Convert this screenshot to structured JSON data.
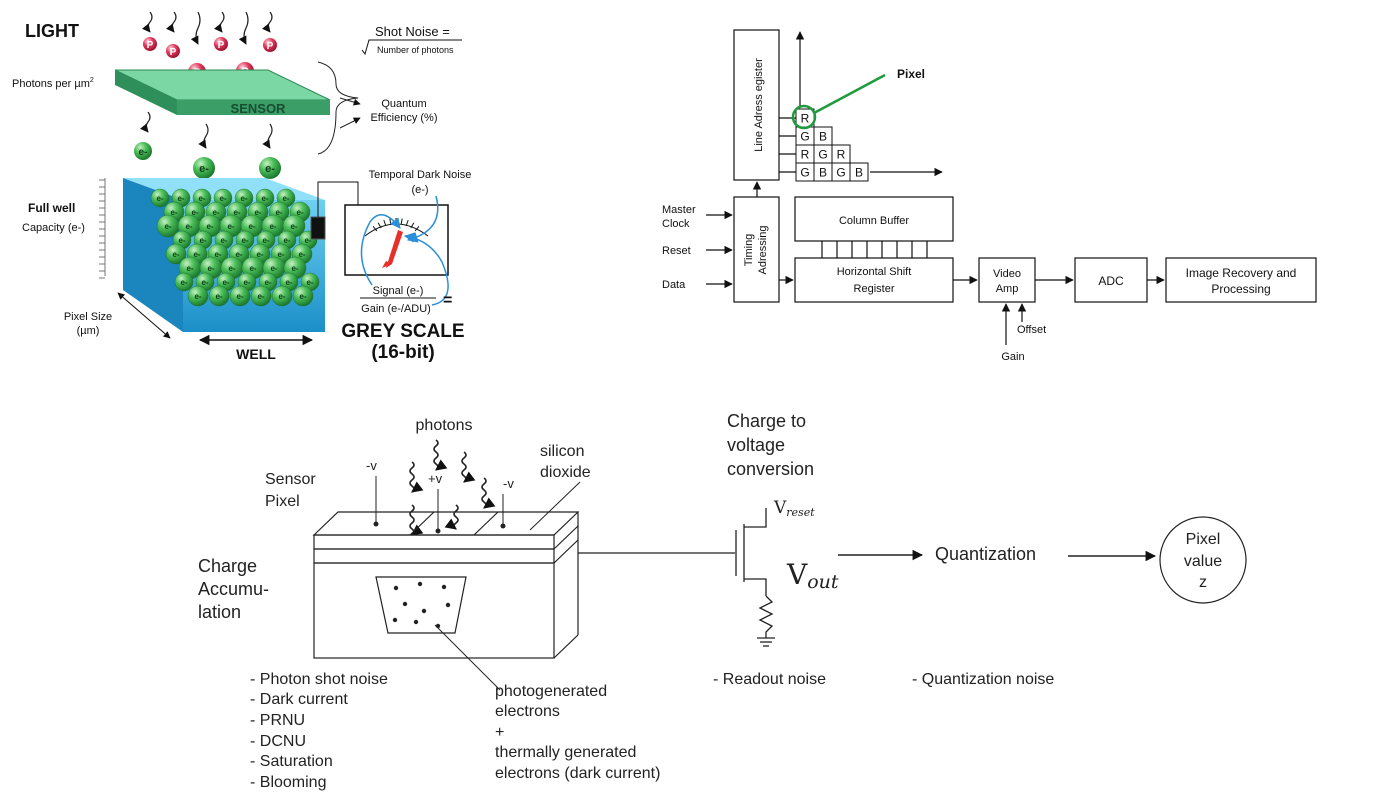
{
  "panel_top_left": {
    "light_title": "LIGHT",
    "photon_letter": "P",
    "electron_label": "e-",
    "photons_per_um_label": "Photons per µm",
    "photons_per_um_sup": "2",
    "sensor_label": "SENSOR",
    "shot_noise_line1": "Shot Noise =",
    "shot_noise_line2": "Number of photons",
    "quantum_efficiency_line1": "Quantum",
    "quantum_efficiency_line2": "Efficiency (%)",
    "full_well_line1": "Full well",
    "full_well_line2": "Capacity (e-)",
    "temporal_dark_noise_line1": "Temporal Dark Noise",
    "temporal_dark_noise_line2": "(e-)",
    "signal_numerator": "Signal (e-)",
    "signal_denominator": "Gain (e-/ADU)",
    "equals": "=",
    "grey_scale_line1": "GREY SCALE",
    "grey_scale_line2": "(16-bit)",
    "pixel_size_line1": "Pixel Size",
    "pixel_size_line2": "(µm)",
    "well_label": "WELL"
  },
  "panel_top_right": {
    "line_address_register": "Line Adress egister",
    "pixel_label": "Pixel",
    "cfa_rows": [
      [
        "R"
      ],
      [
        "G",
        "B"
      ],
      [
        "R",
        "G",
        "R"
      ],
      [
        "G",
        "B",
        "G",
        "B"
      ]
    ],
    "master_clock_line1": "Master",
    "master_clock_line2": "Clock",
    "reset_label": "Reset",
    "data_label": "Data",
    "timing_line1": "Timing",
    "timing_line2": "Adressing",
    "column_buffer": "Column Buffer",
    "horizontal_shift_line1": "Horizontal Shift",
    "horizontal_shift_line2": "Register",
    "video_amp_line1": "Video",
    "video_amp_line2": "Amp",
    "adc_label": "ADC",
    "image_recovery_line1": "Image Recovery and",
    "image_recovery_line2": "Processing",
    "offset_label": "Offset",
    "gain_label": "Gain"
  },
  "panel_bottom": {
    "photons_label": "photons",
    "sensor_pixel_line1": "Sensor",
    "sensor_pixel_line2": "Pixel",
    "minus_v_left": "-v",
    "plus_v": "+v",
    "minus_v_right": "-v",
    "silicon_line1": "silicon",
    "silicon_line2": "dioxide",
    "charge_acc_line1": "Charge",
    "charge_acc_line2": "Accumu-",
    "charge_acc_line3": "lation",
    "charge_to_voltage_line1": "Charge to",
    "charge_to_voltage_line2": "voltage",
    "charge_to_voltage_line3": "conversion",
    "v_reset_main": "V",
    "v_reset_sub": "reset",
    "v_out_main": "V",
    "v_out_sub": "out",
    "quantization_label": "Quantization",
    "pixel_value_line1": "Pixel",
    "pixel_value_line2": "value",
    "pixel_value_line3": "z",
    "pixel_noise_list": [
      "- Photon shot noise",
      "- Dark current",
      "- PRNU",
      "- DCNU",
      "- Saturation",
      "- Blooming"
    ],
    "photogenerated_line1": "photogenerated",
    "photogenerated_line2": "electrons",
    "photogenerated_line3": "+",
    "photogenerated_line4": "thermally generated",
    "photogenerated_line5": "electrons (dark current)",
    "readout_noise": "- Readout noise",
    "quantization_noise": "- Quantization noise"
  },
  "colors": {
    "photon_red": "#e0385c",
    "electron_green": "#2fa84a",
    "sensor_green": "#3fb07a",
    "well_blue": "#2f9fd0",
    "arrow_blue": "#2a8fd8",
    "needle_red": "#e8302a",
    "pixel_circle_green": "#1f9a3c"
  }
}
